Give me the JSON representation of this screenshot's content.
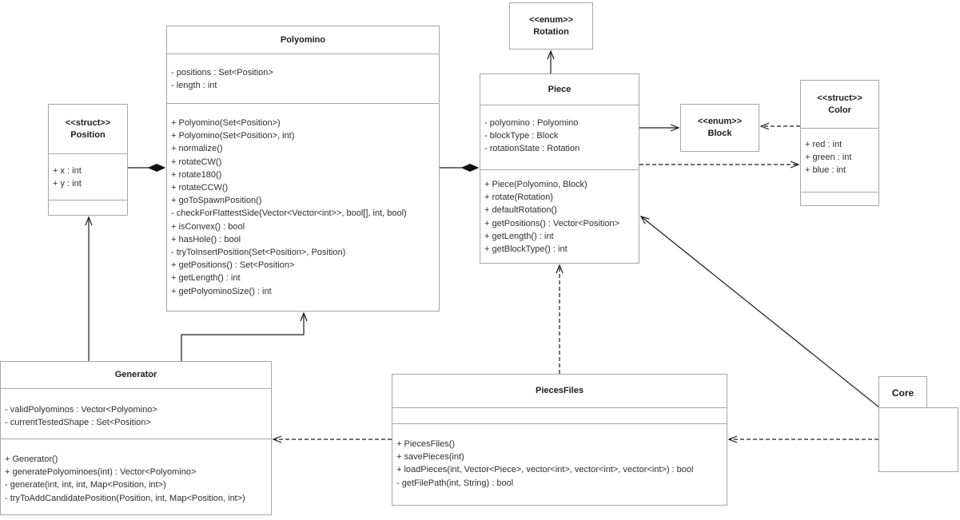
{
  "diagram": {
    "colors": {
      "border": "#a6a6a6",
      "line": "#1a1a1a",
      "text": "#2e2e2e",
      "background": "#ffffff"
    },
    "classes": {
      "polyomino": {
        "name": "Polyomino",
        "attributes": [
          "- positions : Set<Position>",
          "- length : int"
        ],
        "methods": [
          "+ Polyomino(Set<Position>)",
          "+ Polyomino(Set<Position>, int)",
          "+ normalize()",
          "+ rotateCW()",
          "+ rotate180()",
          "+ rotateCCW()",
          "+ goToSpawnPosition()",
          "- checkForFlattestSide(Vector<Vector<int>>, bool[], int, bool)",
          "+ isConvex() : bool",
          "+ hasHole() : bool",
          "- tryToInsertPosition(Set<Position>, Position)",
          "+ getPositions() : Set<Position>",
          "+ getLength() : int",
          "+ getPolyominoSize() : int"
        ]
      },
      "rotation": {
        "stereotype": "<<enum>>",
        "name": "Rotation"
      },
      "piece": {
        "name": "Piece",
        "attributes": [
          "- polyomino : Polyomino",
          "- blockType : Block",
          "- rotationState : Rotation"
        ],
        "methods": [
          "+ Piece(Polyomino, Block)",
          "+ rotate(Rotation)",
          "+ defaultRotation()",
          "+ getPositions() : Vector<Position>",
          "+ getLength() : int",
          "+ getBlockType() : int"
        ]
      },
      "block": {
        "stereotype": "<<enum>>",
        "name": "Block"
      },
      "color": {
        "stereotype": "<<struct>>",
        "name": "Color",
        "attributes": [
          "+ red : int",
          "+ green : int",
          "+ blue : int"
        ]
      },
      "position": {
        "stereotype": "<<struct>>",
        "name": "Position",
        "attributes": [
          "+ x : int",
          "+ y : int"
        ]
      },
      "generator": {
        "name": "Generator",
        "attributes": [
          "- validPolyominos : Vector<Polyomino>",
          "- currentTestedShape : Set<Position>"
        ],
        "methods": [
          "+ Generator()",
          "+ generatePolyominoes(int) : Vector<Polyomino>",
          "- generate(int, int, int, Map<Position, int>)",
          "- tryToAddCandidatePosition(Position, int, Map<Position, int>)"
        ]
      },
      "piecesfiles": {
        "name": "PiecesFiles",
        "attributes": [],
        "methods": [
          "+ PiecesFiles()",
          "+ savePieces(int)",
          "+ loadPieces(int, Vector<Piece>, vector<int>, vector<int>, vector<int>) : bool",
          "- getFilePath(int, String) : bool"
        ]
      },
      "core": {
        "name": "Core"
      }
    },
    "relationships": [
      {
        "from": "Polyomino",
        "to": "Position",
        "type": "composition"
      },
      {
        "from": "Piece",
        "to": "Polyomino",
        "type": "composition"
      },
      {
        "from": "Piece",
        "to": "Rotation",
        "type": "association"
      },
      {
        "from": "Piece",
        "to": "Block",
        "type": "association"
      },
      {
        "from": "Color",
        "to": "Block",
        "type": "dependency"
      },
      {
        "from": "Piece",
        "to": "Color",
        "type": "dependency"
      },
      {
        "from": "Generator",
        "to": "Position",
        "type": "association"
      },
      {
        "from": "Generator",
        "to": "Polyomino",
        "type": "association"
      },
      {
        "from": "PiecesFiles",
        "to": "Piece",
        "type": "dependency"
      },
      {
        "from": "PiecesFiles",
        "to": "Generator",
        "type": "dependency"
      },
      {
        "from": "Core",
        "to": "PiecesFiles",
        "type": "dependency"
      },
      {
        "from": "Core",
        "to": "Piece",
        "type": "association"
      }
    ]
  }
}
